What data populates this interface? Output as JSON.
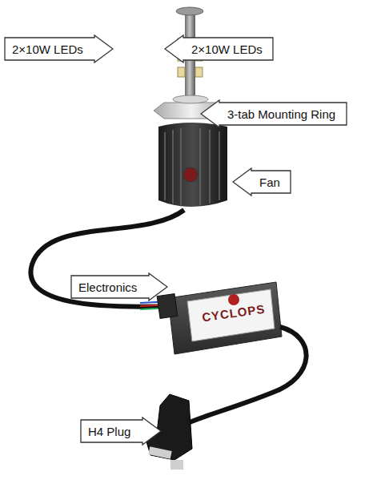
{
  "diagram": {
    "nodes": [
      {
        "text": [
          "2×10W LEDs"
        ]
      },
      {
        "text": [
          "2×10W LEDs"
        ]
      },
      {
        "text": [
          "3-tab Mounting Ring"
        ]
      },
      {
        "text": [
          "Fan"
        ]
      },
      {
        "text": [
          "Electronics"
        ]
      },
      {
        "text": [
          "H4 Plug"
        ]
      }
    ],
    "labels": [
      "CYCLOPS"
    ]
  }
}
